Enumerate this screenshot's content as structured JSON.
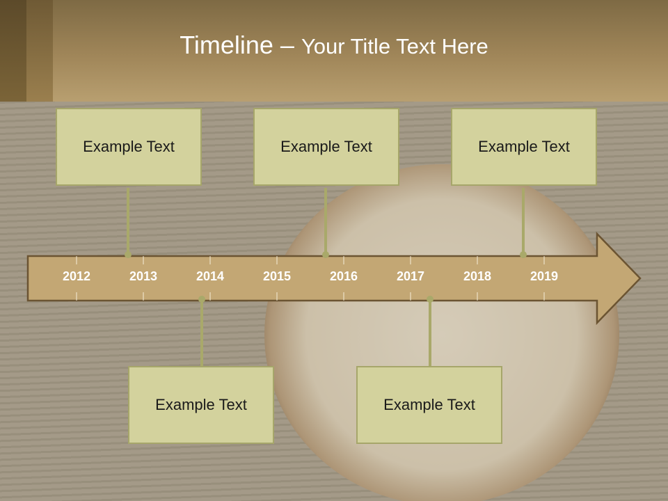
{
  "title": {
    "main": "Timeline",
    "dash": " – ",
    "sub": "Your Title Text Here"
  },
  "years": [
    "2012",
    "2013",
    "2014",
    "2015",
    "2016",
    "2017",
    "2018",
    "2019"
  ],
  "events_top": [
    {
      "text": "Example Text"
    },
    {
      "text": "Example Text"
    },
    {
      "text": "Example Text"
    }
  ],
  "events_bottom": [
    {
      "text": "Example Text"
    },
    {
      "text": "Example Text"
    }
  ],
  "colors": {
    "arrow_fill": "#c3a774",
    "arrow_stroke": "#6b5432",
    "box_fill": "#d3d29d",
    "connector": "#a9a96a"
  }
}
